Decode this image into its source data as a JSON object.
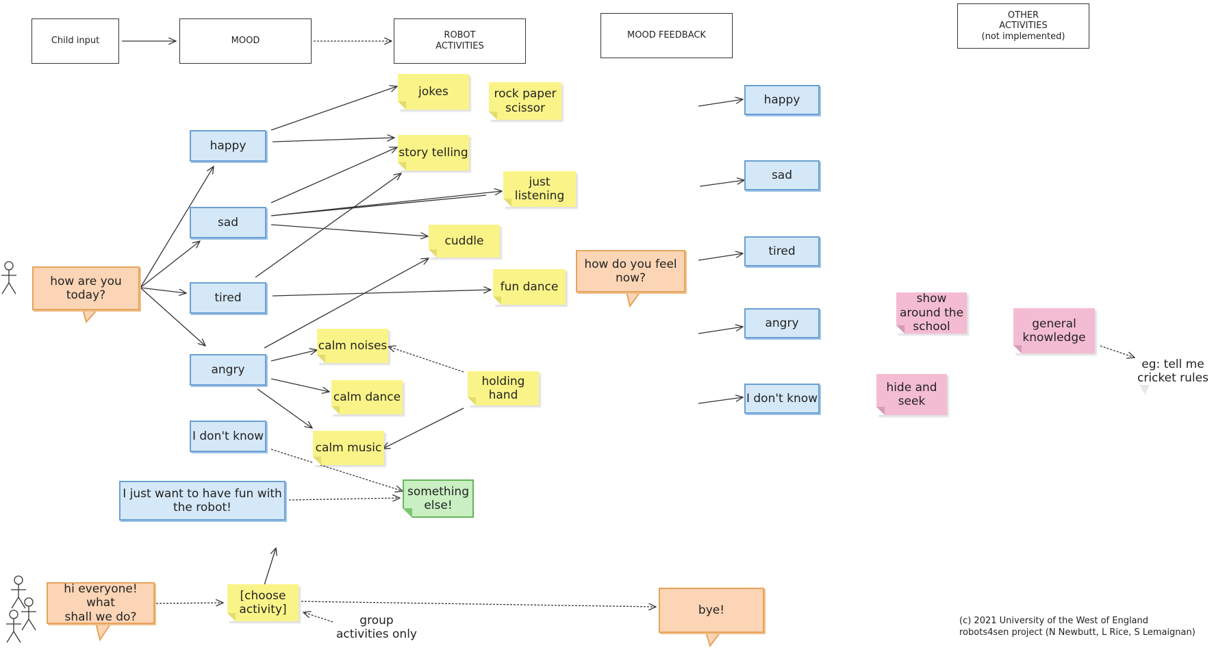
{
  "headers": {
    "child_input": "Child input",
    "mood": "MOOD",
    "robot_activities": "ROBOT\nACTIVITIES",
    "mood_feedback": "MOOD FEEDBACK",
    "other_activities": "OTHER\nACTIVITIES\n(not implemented)"
  },
  "prompts": {
    "how_are_you": "how are you\ntoday?",
    "how_do_you_feel": "how do you feel\nnow?",
    "hi_everyone": "hi everyone! what\nshall we do?",
    "bye": "bye!"
  },
  "moods": {
    "happy": "happy",
    "sad": "sad",
    "tired": "tired",
    "angry": "angry",
    "dont_know": "I don't know",
    "just_fun": "I just want to have fun with\nthe robot!"
  },
  "activities": {
    "jokes": "jokes",
    "rock_paper_scissor": "rock paper\nscissor",
    "story_telling": "story telling",
    "just_listening": "just listening",
    "cuddle": "cuddle",
    "fun_dance": "fun dance",
    "calm_noises": "calm noises",
    "calm_dance": "calm dance",
    "calm_music": "calm music",
    "holding_hand": "holding hand",
    "something_else": "something\nelse!",
    "choose_activity": "[choose\nactivity]",
    "group_only": "group\nactivities only"
  },
  "feedback": {
    "happy": "happy",
    "sad": "sad",
    "tired": "tired",
    "angry": "angry",
    "dont_know": "I don't know"
  },
  "other": {
    "show_around": "show\naround the\nschool",
    "hide_and_seek": "hide and\nseek",
    "general_knowledge": "general\nknowledge",
    "cricket_example": "eg: tell me\ncricket rules"
  },
  "credits": {
    "line1": "(c) 2021 University of the West of England",
    "line2": "robots4sen project (N Newbutt, L Rice, S Lemaignan)"
  },
  "colors": {
    "blue": "#d5e8f7",
    "yellow": "#faf488",
    "pink": "#f4bcd2",
    "green": "#c9efc3",
    "orange": "#fbd5b5"
  },
  "icons": {
    "child": "stick-figure-icon",
    "group": "stick-figures-group-icon"
  }
}
